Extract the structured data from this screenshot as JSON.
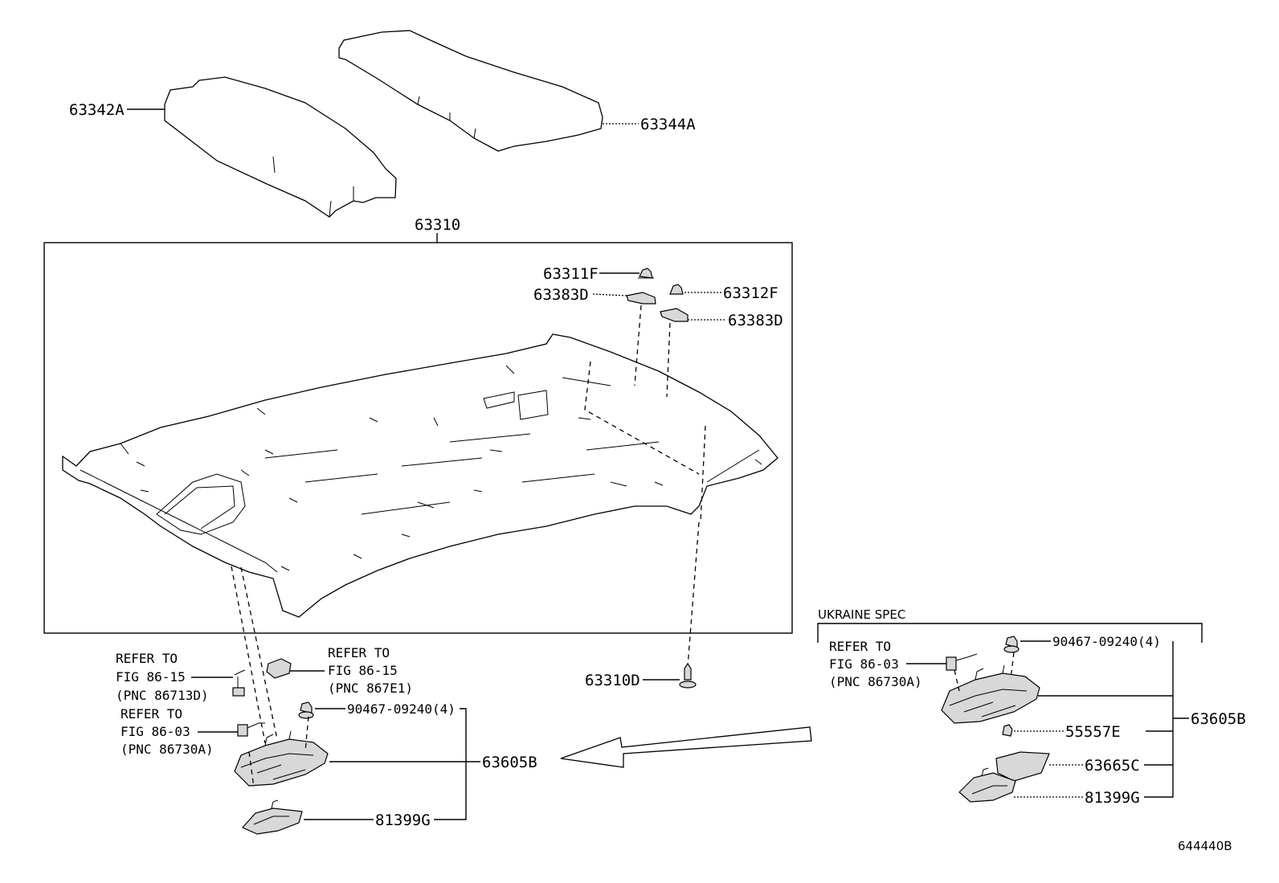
{
  "figure_id": "644440B",
  "group_labels": {
    "headlining_assembly": "63310",
    "ukraine_spec": "UKRAINE SPEC"
  },
  "parts": {
    "p63342A": "63342A",
    "p63344A": "63344A",
    "p63311F": "63311F",
    "p63383D_a": "63383D",
    "p63312F": "63312F",
    "p63383D_b": "63383D",
    "p63310D": "63310D",
    "p90467_left": "90467-09240(4)",
    "p63605B_left": "63605B",
    "p81399G_left": "81399G",
    "p90467_right": "90467-09240(4)",
    "p63605B_right": "63605B",
    "p55557E": "55557E",
    "p63665C": "63665C",
    "p81399G_right": "81399G"
  },
  "references": {
    "ref_a": [
      "REFER TO",
      "FIG 86-15",
      "(PNC 86713D)"
    ],
    "ref_b": [
      "REFER TO",
      "FIG 86-15",
      "(PNC 867E1)"
    ],
    "ref_c": [
      "REFER TO",
      "FIG 86-03",
      "(PNC 86730A)"
    ],
    "ref_d": [
      "REFER TO",
      "FIG 86-03",
      "(PNC 86730A)"
    ]
  }
}
